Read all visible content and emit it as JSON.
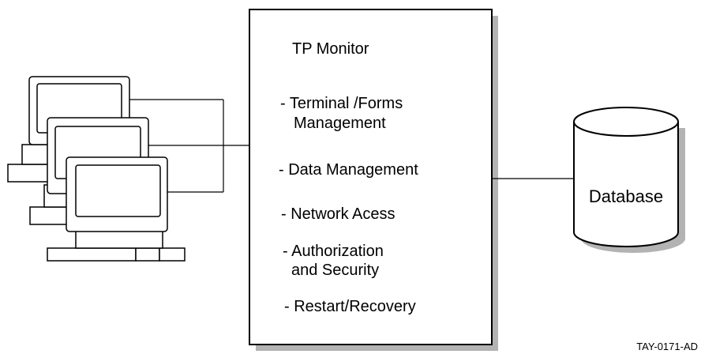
{
  "monitor": {
    "title": "TP Monitor",
    "items": [
      {
        "line1": "- Terminal /Forms",
        "line2": "Management"
      },
      {
        "line1": "- Data Management",
        "line2": ""
      },
      {
        "line1": "- Network Acess",
        "line2": ""
      },
      {
        "line1": "- Authorization",
        "line2": "and Security"
      },
      {
        "line1": "- Restart/Recovery",
        "line2": ""
      }
    ]
  },
  "database": {
    "label": "Database"
  },
  "figure_id": "TAY-0171-AD",
  "terminals": {
    "count": 3
  },
  "colors": {
    "stroke": "#000000",
    "shadow": "#b3b3b3",
    "background": "#ffffff"
  }
}
